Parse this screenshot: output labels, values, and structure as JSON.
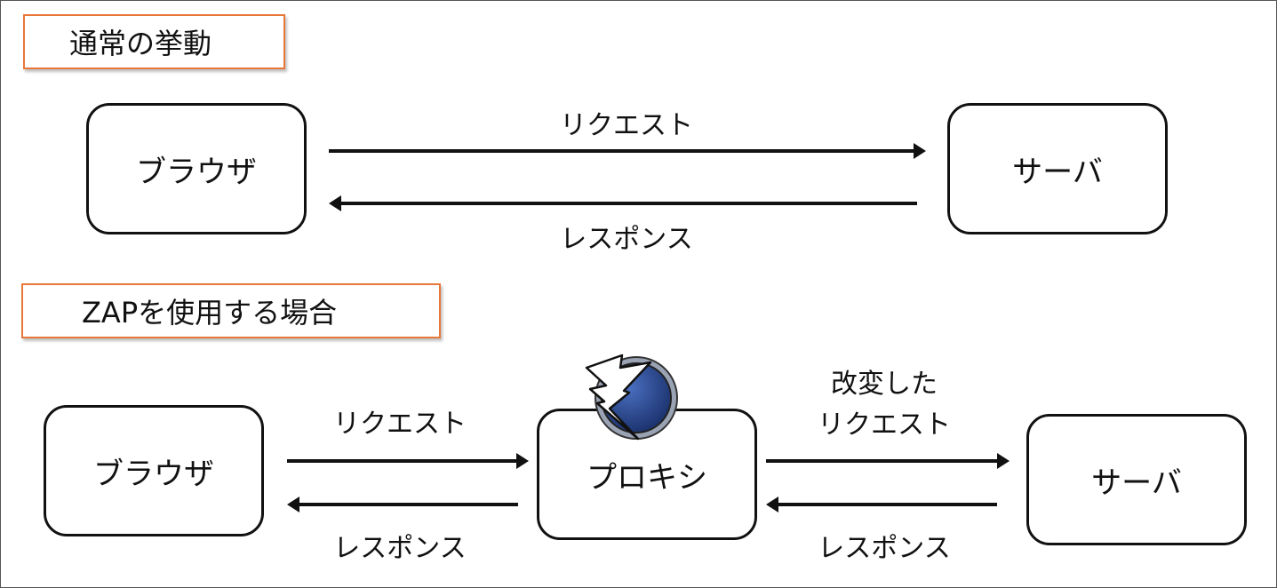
{
  "normal": {
    "heading": "通常の挙動",
    "browser": "ブラウザ",
    "server": "サーバ",
    "request": "リクエスト",
    "response": "レスポンス"
  },
  "zap": {
    "heading": "ZAPを使用する場合",
    "browser": "ブラウザ",
    "proxy": "プロキシ",
    "server": "サーバ",
    "request": "リクエスト",
    "response_left": "レスポンス",
    "modified_line1": "改変した",
    "modified_line2": "リクエスト",
    "response_right": "レスポンス",
    "logo_icon": "zap-lightning-logo-icon"
  },
  "colors": {
    "label_border": "#e8783a",
    "logo_blue": "#2f4f9a",
    "stroke": "#111111"
  }
}
